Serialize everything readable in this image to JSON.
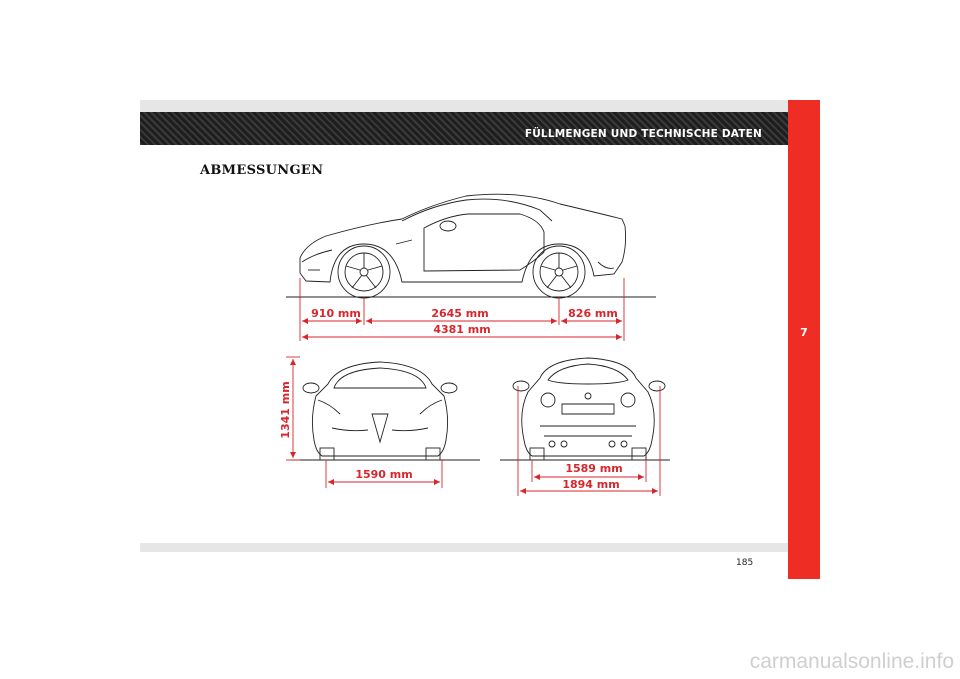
{
  "header": {
    "title": "FÜLLMENGEN UND TECHNISCHE DATEN"
  },
  "chapter": {
    "number": "7"
  },
  "section": {
    "title": "ABMESSUNGEN"
  },
  "dimensions": {
    "front_overhang": "910 mm",
    "wheelbase": "2645 mm",
    "rear_overhang": "826 mm",
    "overall_length": "4381 mm",
    "height": "1341 mm",
    "front_track": "1590 mm",
    "rear_track": "1589 mm",
    "overall_width": "1894 mm"
  },
  "footer": {
    "page_number": "185"
  },
  "watermark": "carmanualsonline.info",
  "colors": {
    "accent_red": "#ee2d24",
    "dimension_red": "#d8262d",
    "header_dark": "#1e1e1e"
  }
}
